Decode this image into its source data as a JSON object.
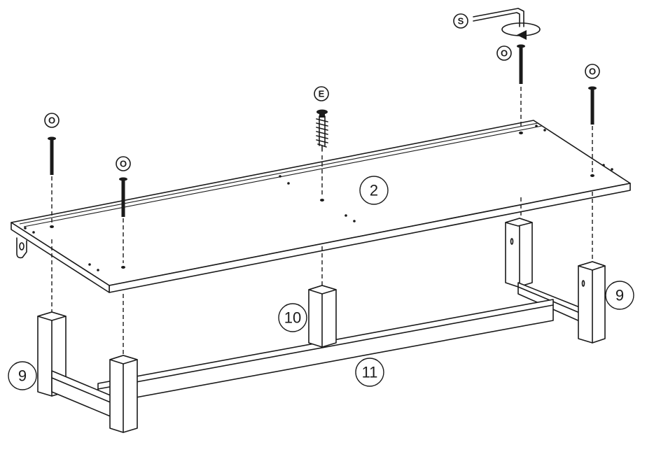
{
  "parts": {
    "top_panel": "2",
    "leg_left": "9",
    "leg_right": "9",
    "leg_center": "10",
    "rail": "11"
  },
  "hardware": {
    "screw_o": "O",
    "screw_e": "E",
    "key_s": "S"
  }
}
